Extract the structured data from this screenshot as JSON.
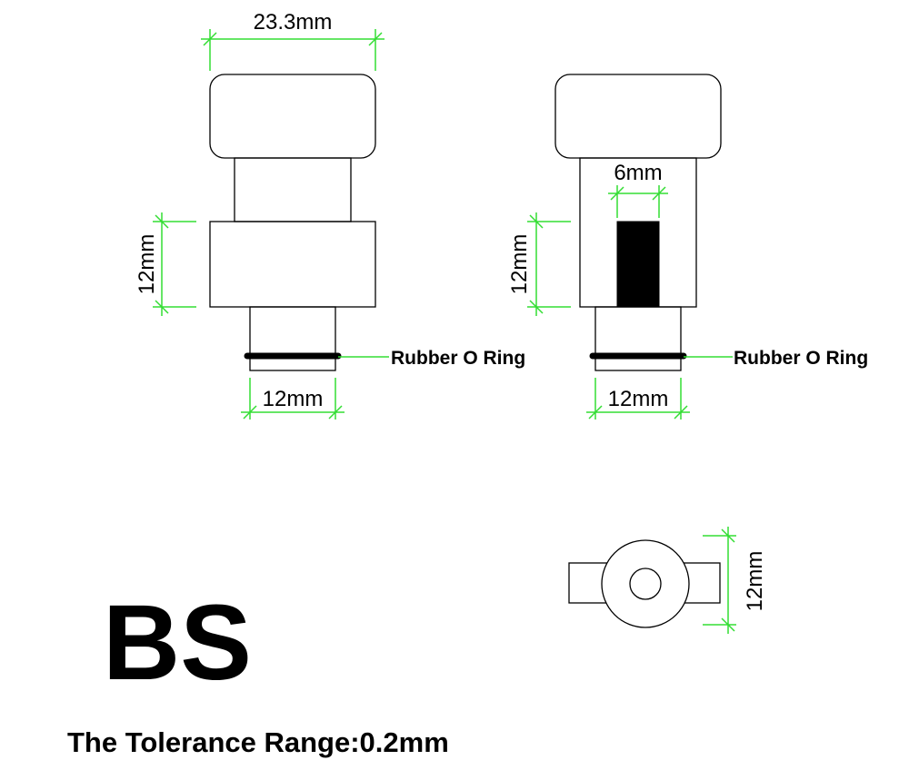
{
  "dimensions": {
    "top_width": "23.3mm",
    "left_band_height": "12mm",
    "left_tip_width": "12mm",
    "slot_width": "6mm",
    "right_band_height": "12mm",
    "right_tip_width": "12mm",
    "end_view_height": "12mm"
  },
  "callouts": {
    "left_oring": "Rubber O Ring",
    "right_oring": "Rubber O Ring"
  },
  "model_code": "BS",
  "tolerance": "The Tolerance Range:0.2mm",
  "colors": {
    "outline": "#000000",
    "dimension_line": "#33dd33",
    "background": "#ffffff"
  }
}
